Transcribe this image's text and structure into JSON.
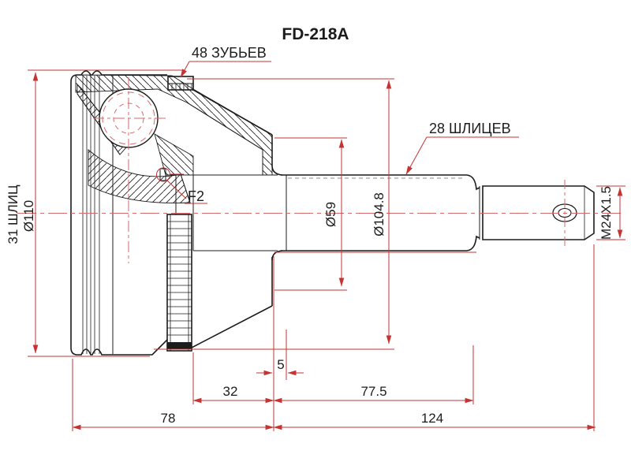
{
  "title": "FD-218A",
  "colors": {
    "line": "#1c1c1c",
    "dimension_red": "#c53333",
    "centerline_red": "#d66a6a",
    "background": "#ffffff"
  },
  "callouts": {
    "teeth_count": "48 ЗУБЬЕВ",
    "shaft_splines": "28 ШЛИЦЕВ",
    "inner_splines": "31 ШЛИЦ",
    "snap_ring": "F2"
  },
  "dimensions": {
    "outer_diameter": "Ø110",
    "body_diameter": "Ø104.8",
    "opening_diameter": "Ø59",
    "thread_spec": "M24X1.5",
    "groove_offset": "5",
    "inner_length": "32",
    "shaft_length": "77.5",
    "body_length": "78",
    "total_length": "124"
  }
}
